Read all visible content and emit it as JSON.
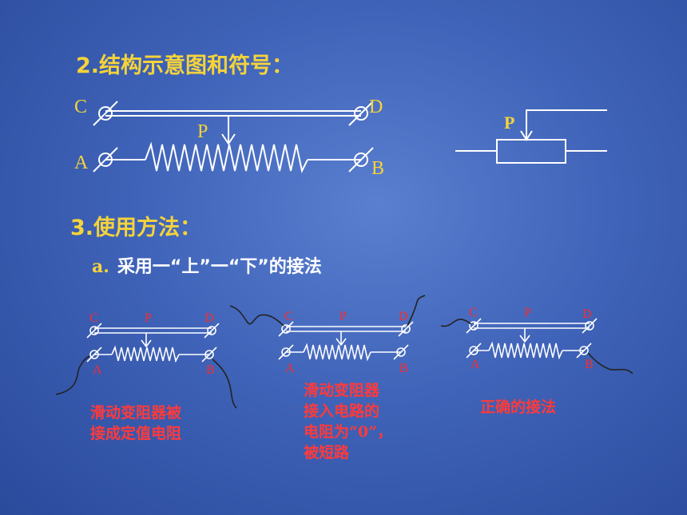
{
  "slide": {
    "section2_title": "2.结构示意图和符号：",
    "section3_title": "3.使用方法：",
    "subpoint_marker": "a.",
    "subpoint_text": "采用一“上”一“下”的接法"
  },
  "main_diagram": {
    "terminals": {
      "c": "C",
      "d": "D",
      "a": "A",
      "b": "B",
      "p": "P"
    }
  },
  "symbol": {
    "label": "P"
  },
  "examples": [
    {
      "terminals": {
        "c": "C",
        "p": "P",
        "d": "D",
        "a": "A",
        "b": "B"
      },
      "caption_lines": [
        "滑动变阻器被",
        "接成定值电阻"
      ]
    },
    {
      "terminals": {
        "c": "C",
        "p": "P",
        "d": "D",
        "a": "A",
        "b": "B"
      },
      "caption_lines": [
        "滑动变阻器",
        "接入电路的",
        "电阻为“0”，",
        "被短路"
      ]
    },
    {
      "terminals": {
        "c": "C",
        "p": "P",
        "d": "D",
        "a": "A",
        "b": "B"
      },
      "caption_lines": [
        "正确的接法"
      ]
    }
  ],
  "colors": {
    "background": "#3f63b8",
    "heading": "#f5d33a",
    "drawing": "#ffffff",
    "example_label": "#ff2a2a",
    "caption": "#ff3a3a",
    "wire": "#222222"
  }
}
